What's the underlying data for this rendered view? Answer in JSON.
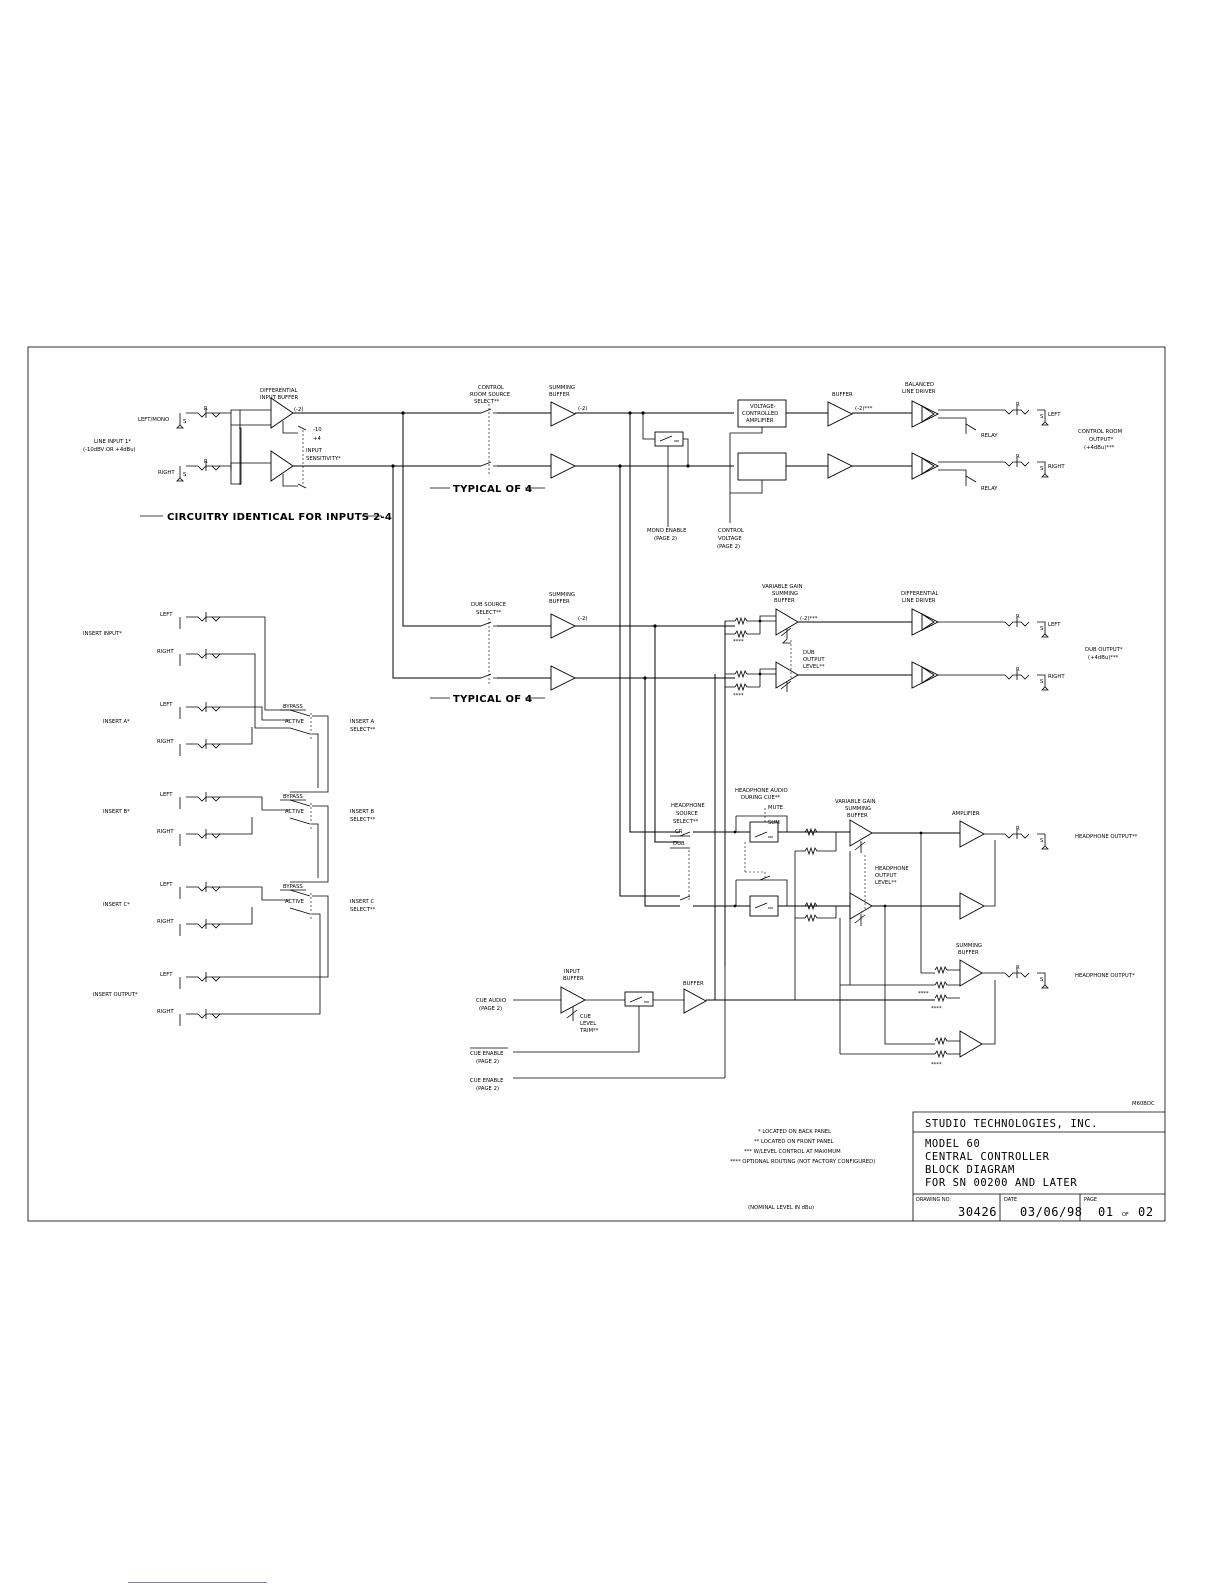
{
  "labels": {
    "diff_input_buffer": [
      "DIFFERENTIAL",
      "INPUT BUFFER"
    ],
    "gain_m2": "(-2)",
    "left_mono": "LEFT/MONO",
    "line_input": [
      "LINE INPUT 1*",
      "(-10dBV OR +4dBu)"
    ],
    "right": "RIGHT",
    "left": "LEFT",
    "sens_m10": "-10",
    "sens_p4": "+4",
    "input_sensitivity": [
      "INPUT",
      "SENSITIVITY*"
    ],
    "circuitry_identical": "CIRCUITRY IDENTICAL FOR INPUTS 2-4",
    "typical_of_4": "TYPICAL OF 4",
    "control_room_source_select": [
      "CONTROL",
      "ROOM SOURCE",
      "SELECT**"
    ],
    "summing_buffer": [
      "SUMMING",
      "BUFFER"
    ],
    "vca": [
      "VOLTAGE-",
      "CONTROLLED",
      "AMPLIFIER"
    ],
    "buffer": "BUFFER",
    "gain_m2_3star": "(-2)***",
    "balanced_line_driver": [
      "BALANCED",
      "LINE DRIVER"
    ],
    "relay": "RELAY",
    "control_room_output": [
      "CONTROL ROOM",
      "OUTPUT*",
      "(+4dBu)***"
    ],
    "mono_enable": [
      "MONO ENABLE",
      "(PAGE 2)"
    ],
    "control_voltage": [
      "CONTROL",
      "VOLTAGE",
      "(PAGE 2)"
    ],
    "insert_input": "INSERT INPUT*",
    "insert_a": "INSERT A*",
    "insert_b": "INSERT B*",
    "insert_c": "INSERT C*",
    "insert_output": "INSERT OUTPUT*",
    "bypass": "BYPASS",
    "active": "ACTIVE",
    "insert_a_select": [
      "INSERT A",
      "SELECT**"
    ],
    "insert_b_select": [
      "INSERT B",
      "SELECT**"
    ],
    "insert_c_select": [
      "INSERT C",
      "SELECT**"
    ],
    "dub_source_select": [
      "DUB SOURCE",
      "SELECT**"
    ],
    "variable_gain_summing_buffer": [
      "VARIABLE GAIN",
      "SUMMING",
      "BUFFER"
    ],
    "differential_line_driver": [
      "DIFFERENTIAL",
      "LINE DRIVER"
    ],
    "dub_output_level": [
      "DUB",
      "OUTPUT",
      "LEVEL**"
    ],
    "dub_output": [
      "DUB OUTPUT*",
      "(+4dBu)***"
    ],
    "four_star": "****",
    "headphone_audio_during_cue": [
      "HEADPHONE AUDIO",
      "DURING CUE**"
    ],
    "mute": "MUTE",
    "sum": "SUM",
    "headphone_source_select": [
      "HEADPHONE",
      "SOURCE",
      "SELECT**"
    ],
    "cr": "CR",
    "dub": "DUB",
    "amplifier": "AMPLIFIER",
    "headphone_output_2star": "HEADPHONE OUTPUT**",
    "headphone_output_level": [
      "HEADPHONE",
      "OUTPUT",
      "LEVEL**"
    ],
    "headphone_output_1star": "HEADPHONE OUTPUT*",
    "input_buffer": [
      "INPUT",
      "BUFFER"
    ],
    "cue_audio": [
      "CUE AUDIO",
      "(PAGE 2)"
    ],
    "cue_level_trim": [
      "CUE",
      "LEVEL",
      "TRIM**"
    ],
    "cue_enable_bar": [
      "CUE ENABLE",
      "(PAGE 2)"
    ],
    "cue_enable": [
      "CUE ENABLE",
      "(PAGE 2)"
    ],
    "jack_tip": "R",
    "jack_sleeve": "S",
    "drawing_code": "M60BDC",
    "notes": [
      "* LOCATED ON BACK PANEL",
      "** LOCATED ON FRONT PANEL",
      "*** W/LEVEL CONTROL AT MAXIMUM",
      "**** OPTIONAL ROUTING (NOT FACTORY CONFIGURED)"
    ],
    "nominal_level": "(NOMINAL LEVEL IN dBu)"
  },
  "title_block": {
    "company": "STUDIO TECHNOLOGIES, INC.",
    "model": "MODEL 60",
    "line2": "CENTRAL CONTROLLER",
    "line3": "BLOCK DIAGRAM",
    "line4": "FOR SN 00200 AND LATER",
    "drawing_no_label": "DRAWING NO.",
    "drawing_no": "30426",
    "date_label": "DATE",
    "date": "03/06/98",
    "page_label": "PAGE",
    "page": "01",
    "of_label": "OF",
    "page_total": "02"
  }
}
